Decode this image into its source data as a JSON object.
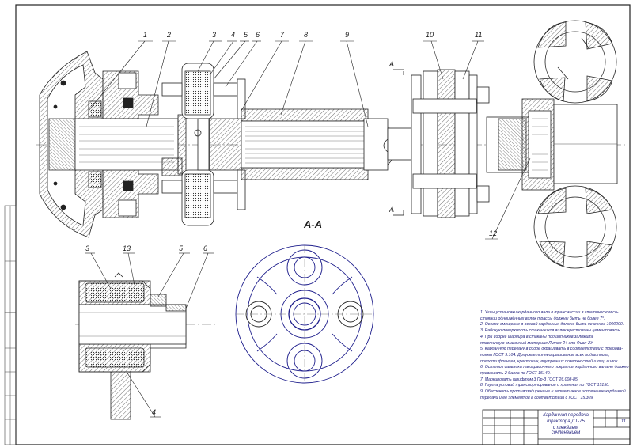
{
  "callouts": {
    "c1": "1",
    "c2": "2",
    "c3": "3",
    "c4": "4",
    "c5": "5",
    "c6": "6",
    "c7": "7",
    "c8": "8",
    "c9": "9",
    "c10": "10",
    "c11": "11",
    "c12": "12",
    "d3": "3",
    "d13": "13",
    "d5": "5",
    "d6": "6",
    "d4": "4"
  },
  "section": {
    "marker_top": "A",
    "marker_bottom": "A",
    "title": "А-А"
  },
  "notes": [
    "1. Углы установки карданного вала в трансмиссии в статическом со-",
    "стоянии одноимённых вилок трассы должны быть не более 7°.",
    "2. Осевое смещение в осевой карданных должно быть не менее 1000000.",
    "3. Рабочую поверхность стаканчиков вилок крестовины цементовать.",
    "4. При сборке шарнира в стаканы подшипников заложить",
    "пластичную смазочный материал Литол-24 или Фиол-2У.",
    "5. Карданную передачу в сборе окрашивать в соответствии с требова-",
    "ниями ГОСТ 9.104. Допускается неокрашивание всех подшипника,",
    "полости фланцев, крестовин, внутренних поверхностей шлиц. вилок.",
    "6. Остаток сальника лакокрасочного покрытия карданного вала не должно",
    "превышать 2 балла по ГОСТ 15140.",
    "7. Маркировать шрифтом 3 Пр-3 ГОСТ 26.008-85.",
    "8. Группа условий транспортирования и хранения по ГОСТ 15150.",
    "9. Обеспечить противозадиренные и герметичное исполнение карданной",
    "передачи и ее элементов в соответствии с ГОСТ 15.309."
  ],
  "title_block": {
    "name_line1": "Карданная передача",
    "name_line2": "трактора ДТ-75",
    "name_line3": "с тяжёлым сочленением",
    "sheet_number": "11"
  },
  "colors": {
    "outline": "#1e1e8c",
    "line": "#222222",
    "hatch": "#333333",
    "grey": "#8a8a8a"
  }
}
